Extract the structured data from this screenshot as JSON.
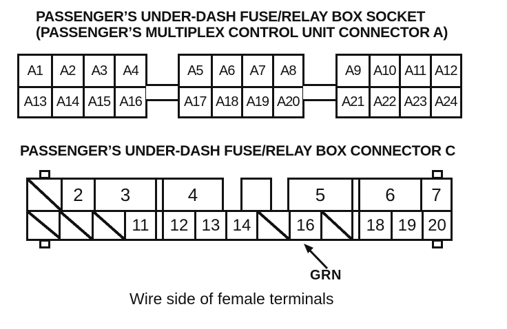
{
  "titles": {
    "socket_title_line1": "PASSENGER’S UNDER-DASH FUSE/RELAY BOX SOCKET",
    "socket_title_line2": "(PASSENGER’S MULTIPLEX CONTROL UNIT CONNECTOR A)",
    "connector_c_title": "PASSENGER’S UNDER-DASH FUSE/RELAY BOX CONNECTOR C"
  },
  "socket_a": {
    "blocks": [
      {
        "top": [
          "A1",
          "A2",
          "A3",
          "A4"
        ],
        "bottom": [
          "A13",
          "A14",
          "A15",
          "A16"
        ]
      },
      {
        "top": [
          "A5",
          "A6",
          "A7",
          "A8"
        ],
        "bottom": [
          "A17",
          "A18",
          "A19",
          "A20"
        ]
      },
      {
        "top": [
          "A9",
          "A10",
          "A11",
          "A12"
        ],
        "bottom": [
          "A21",
          "A22",
          "A23",
          "A24"
        ]
      }
    ]
  },
  "connector_c": {
    "top_cells": [
      "slash",
      "2",
      "3",
      "4",
      "",
      "5",
      "6",
      "7"
    ],
    "bottom_cells": [
      "slash",
      "slash",
      "slash",
      "11",
      "12",
      "13",
      "14",
      "slash",
      "16",
      "slash",
      "18",
      "19",
      "20"
    ],
    "wire_color_label": "GRN",
    "caption": "Wire side of female terminals"
  },
  "colors": {
    "line": "#111111",
    "background": "#ffffff",
    "text": "#111111"
  }
}
